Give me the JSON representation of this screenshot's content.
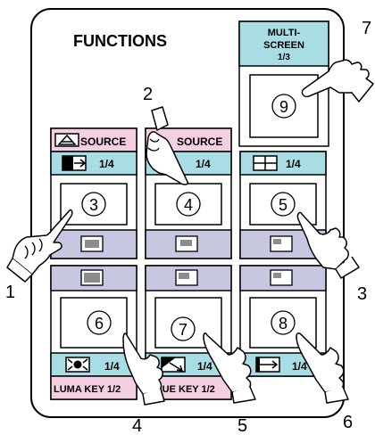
{
  "panel": {
    "title": "FUNCTIONS",
    "multiscreen": {
      "line1": "MULTI-",
      "line2": "SCREEN",
      "line3": "1/3",
      "button": "9"
    }
  },
  "buttons": [
    {
      "header": "SOURCE",
      "fraction": "1/4",
      "number": "3"
    },
    {
      "header": "SOURCE",
      "fraction": "1/4",
      "number": "4"
    },
    {
      "header": "",
      "fraction": "1/4",
      "number": "5"
    },
    {
      "header": "",
      "fraction": "1/4",
      "number": "6",
      "footer": "LUMA KEY 1/2"
    },
    {
      "header": "",
      "fraction": "1/4",
      "number": "7",
      "footer": "BLUE KEY 1/2"
    },
    {
      "header": "",
      "fraction": "1/4",
      "number": "8"
    }
  ],
  "callouts": [
    "1",
    "2",
    "3",
    "4",
    "5",
    "6",
    "7"
  ],
  "colors": {
    "cyan": "#a8dde6",
    "lavender": "#c7c7e2",
    "pink": "#f4cfe1",
    "frame": "#000000",
    "gray": "#8c8c8c"
  }
}
